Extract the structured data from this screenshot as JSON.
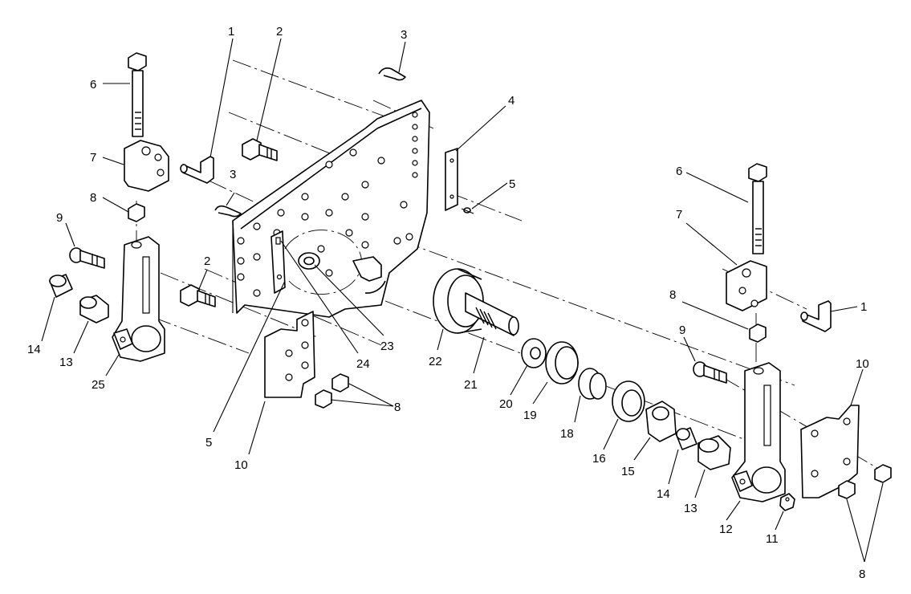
{
  "diagram": {
    "callouts": {
      "c1a": "1",
      "c2a": "2",
      "c3a": "3",
      "c4": "4",
      "c5a": "5",
      "c6a": "6",
      "c7a": "7",
      "c8a": "8",
      "c9a": "9",
      "c3b": "3",
      "c2b": "2",
      "c14a": "14",
      "c13a": "13",
      "c25": "25",
      "c23": "23",
      "c24": "24",
      "c22": "22",
      "c21": "21",
      "c8b": "8",
      "c20": "20",
      "c19": "19",
      "c18": "18",
      "c5b": "5",
      "c10a": "10",
      "c16": "16",
      "c15": "15",
      "c14b": "14",
      "c13b": "13",
      "c6b": "6",
      "c7b": "7",
      "c1b": "1",
      "c8c": "8",
      "c9b": "9",
      "c10b": "10",
      "c12": "12",
      "c11": "11",
      "c8d": "8"
    }
  }
}
